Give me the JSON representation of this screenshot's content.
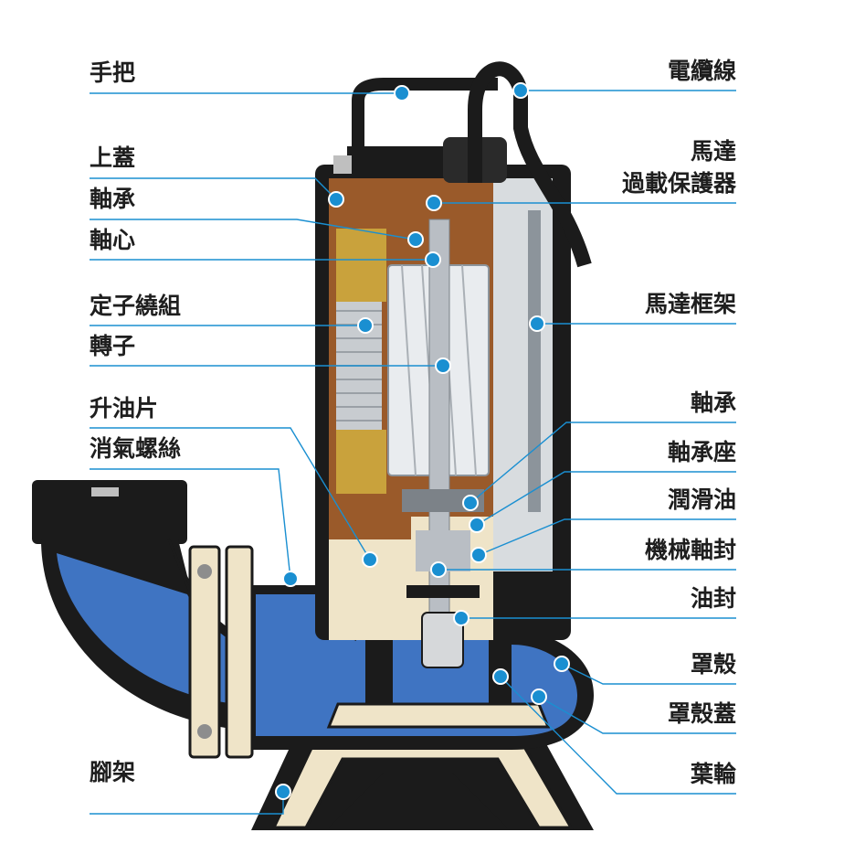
{
  "colors": {
    "leader": "#1a8fd1",
    "dot": "#1a8fd1",
    "volute_blue": "#3f74c2",
    "bronze": "#9a5a2a",
    "cream": "#efe4c8",
    "black": "#1b1b1b",
    "steel": "#b9bec4"
  },
  "labels": {
    "left": [
      {
        "id": "handle",
        "text": "手把"
      },
      {
        "id": "top-cover",
        "text": "上蓋"
      },
      {
        "id": "bearing-upper",
        "text": "軸承"
      },
      {
        "id": "shaft",
        "text": "軸心"
      },
      {
        "id": "stator-winding",
        "text": "定子繞組"
      },
      {
        "id": "rotor",
        "text": "轉子"
      },
      {
        "id": "oil-lifter",
        "text": "升油片"
      },
      {
        "id": "air-vent-screw",
        "text": "消氣螺絲"
      },
      {
        "id": "base-stand",
        "text": "腳架"
      }
    ],
    "right": [
      {
        "id": "power-cable",
        "text": "電纜線"
      },
      {
        "id": "overload-protector-1",
        "text": "馬達"
      },
      {
        "id": "overload-protector-2",
        "text": "過載保護器"
      },
      {
        "id": "motor-frame",
        "text": "馬達框架"
      },
      {
        "id": "bearing-lower",
        "text": "軸承"
      },
      {
        "id": "bearing-seat",
        "text": "軸承座"
      },
      {
        "id": "lube-oil",
        "text": "潤滑油"
      },
      {
        "id": "mechanical-seal",
        "text": "機械軸封"
      },
      {
        "id": "oil-seal",
        "text": "油封"
      },
      {
        "id": "casing",
        "text": "罩殼"
      },
      {
        "id": "casing-cover",
        "text": "罩殼蓋"
      },
      {
        "id": "impeller",
        "text": "葉輪"
      }
    ]
  }
}
